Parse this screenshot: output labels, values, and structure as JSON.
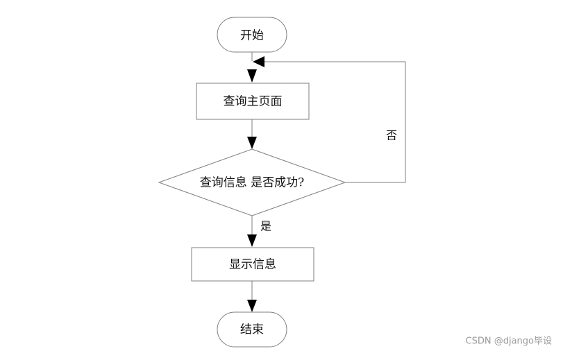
{
  "diagram": {
    "nodes": {
      "start": "开始",
      "query_home": "查询主页面",
      "decision": "查询信息 是否成功?",
      "show_info": "显示信息",
      "end": "结束"
    },
    "edges": {
      "yes_label": "是",
      "no_label": "否"
    }
  },
  "watermark": "CSDN @django毕设",
  "colors": {
    "stroke": "#7f7f7f",
    "arrow": "#000000",
    "text": "#111111",
    "watermark": "#9a9a9a"
  }
}
